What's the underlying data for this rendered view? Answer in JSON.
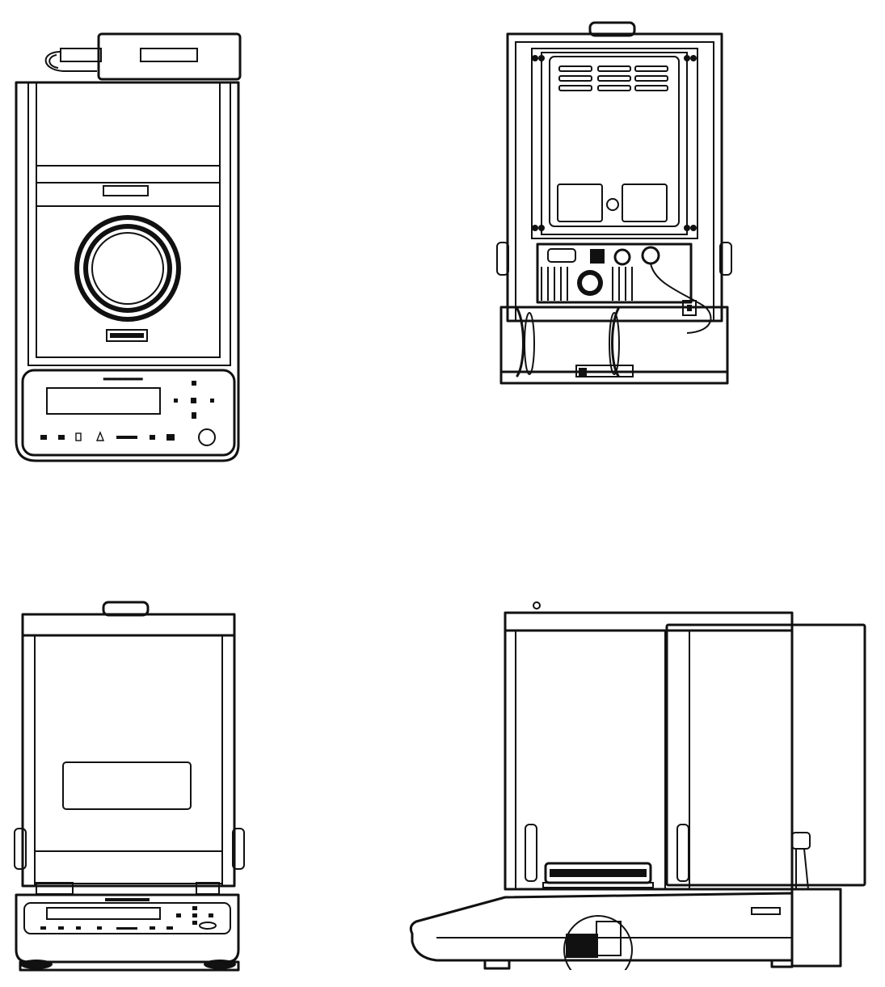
{
  "views": [
    {
      "id": "top"
    },
    {
      "id": "rear"
    },
    {
      "id": "front"
    },
    {
      "id": "side"
    }
  ],
  "colors": {
    "line": "#111111",
    "background": "#ffffff"
  },
  "icons": {
    "top_keys": [
      "power-icon",
      "calibrate-icon",
      "print-icon",
      "tare-icon",
      "set-icon",
      "menu-icon",
      "settings-icon",
      "zero-icon"
    ],
    "nav_keys": [
      "up-arrow-icon",
      "left-arrow-icon",
      "enter-icon",
      "right-arrow-icon",
      "down-arrow-icon"
    ]
  }
}
